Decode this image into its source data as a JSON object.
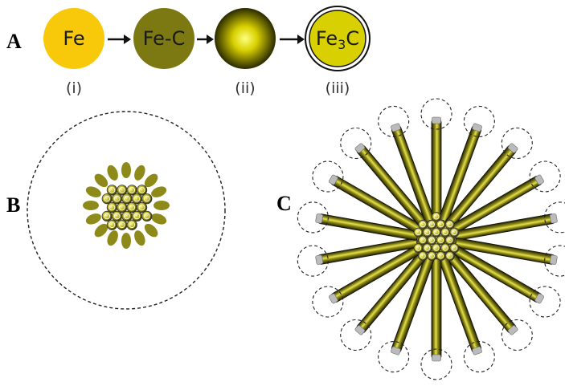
{
  "panels": {
    "a": {
      "letter": "A"
    },
    "b": {
      "letter": "B"
    },
    "c": {
      "letter": "C"
    }
  },
  "stages": [
    {
      "label": "Fe",
      "fill": "#F8C80A",
      "caption": ""
    },
    {
      "label": "Fe-C",
      "fill": "#7C7812",
      "caption": "(i)"
    },
    {
      "label": "",
      "fill": "#D8D000",
      "caption": "(ii)"
    },
    {
      "label": "Fe",
      "label_sub": "3",
      "label_tail": "C",
      "fill": "#D8D000",
      "caption": "(iii)"
    }
  ],
  "colors": {
    "arrow": "#111111",
    "particle_core": "#E9E35A",
    "particle_dark": "#5A5A00",
    "olive": "#8E8A1A",
    "tube_dark": "#2A2A00",
    "tube_light": "#D8D43A",
    "tip": "#BBBBBB"
  }
}
